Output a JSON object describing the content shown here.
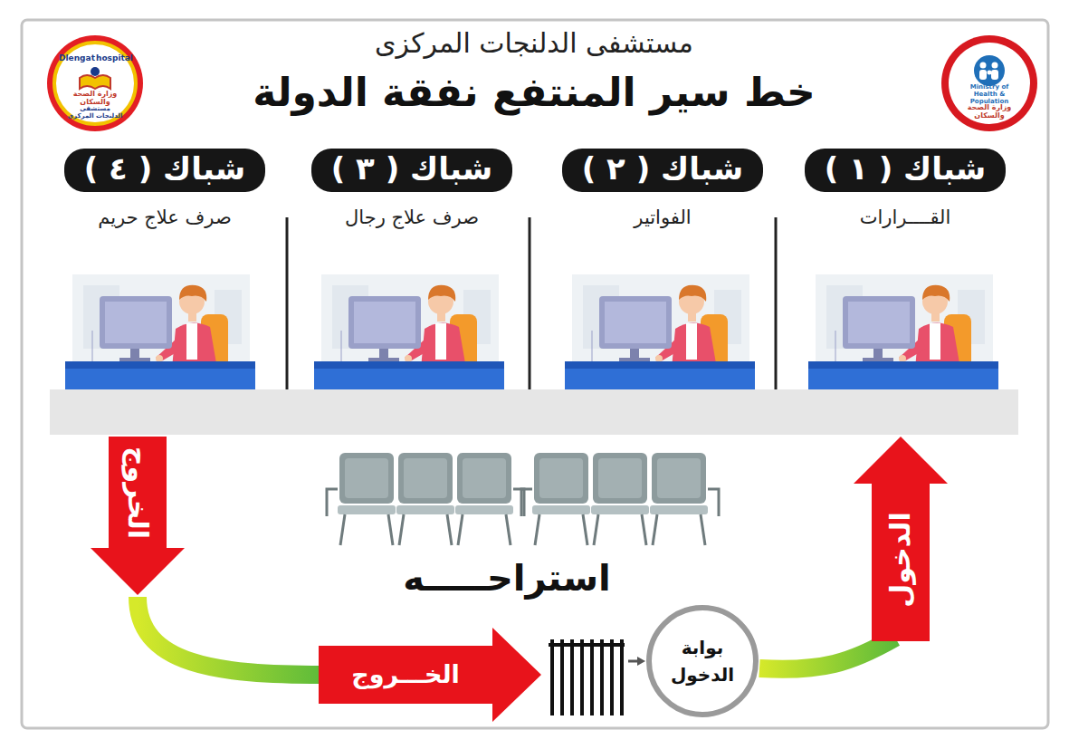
{
  "diagram": {
    "title": "خط سير المنتفع نفقة الدولة",
    "nodes": [
      {
        "text": [
          "شباك ( ١ )",
          "القــــرارات"
        ]
      },
      {
        "text": [
          "شباك ( ٢ )",
          "الفواتير"
        ]
      },
      {
        "text": [
          "شباك ( ٣ )",
          "صرف علاج رجال"
        ]
      },
      {
        "text": [
          "شباك ( ٤ )",
          "صرف علاج حريم"
        ]
      },
      {
        "text": [
          "بوابة الدخول"
        ]
      }
    ],
    "edges": [
      {
        "from": 4,
        "to": 0,
        "arrow": "to",
        "label": "الدخول"
      },
      {
        "from": 3,
        "to": 4,
        "arrow": "to",
        "label": "الخروج"
      }
    ],
    "labels": [
      "مستشفى الدلنجات المركزى",
      "استراحـــــه",
      "الخـــروج",
      "Dlengat",
      "hospital",
      "وزارة الصحة والسكان",
      "مستشفى الدلنجات المركزى",
      "Ministry of Health & Population",
      "وزارة الصحة والسكان"
    ]
  }
}
